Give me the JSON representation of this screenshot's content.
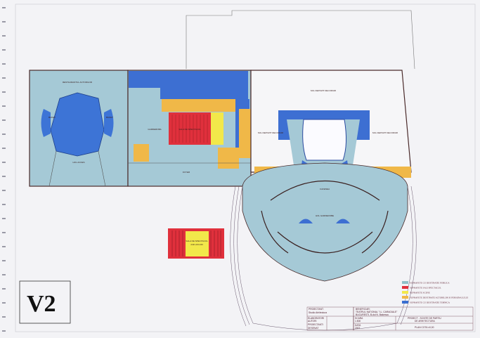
{
  "sheet": {
    "version_mark": "V2",
    "plan_title": "PLAN COTA ±0,00"
  },
  "rooms": {
    "restaurant": "RESTAURANTUL ACTORILOR",
    "bufet_left": "BUFET",
    "bufet_right": "BUFET",
    "hol_acces": "HOL ACCES",
    "garderoba": "GARDEROBA",
    "sala_mica": "SALA DE SPECTACOL",
    "foyer": "FOYER",
    "depozit_top": "SOL DEPOZIT DECORURI",
    "depozit_left": "SOL DEPOZIT DECORURI",
    "depozit_right": "SOL DEPOZIT DECORURI",
    "cafenea": "CAFENEA",
    "hol_garderobe": "HOL GARDEROBE"
  },
  "detail": {
    "title": "SALA DE SPECTACOL",
    "subtitle": "249 LOCURI"
  },
  "legend": [
    {
      "label": "SUPRAFETE CU DESTINATIE PUBLICA",
      "color": "#8fc0c8"
    },
    {
      "label": "SUPRAFETE SALI SPECTACOL",
      "color": "#e0303c"
    },
    {
      "label": "SUPRAFETE SCENE",
      "color": "#f2e84a"
    },
    {
      "label": "SUPRAFETE DESTINATE ACTORILOR SI PERSONALULUI",
      "color": "#f0b848"
    },
    {
      "label": "SUPRAFETE CU DESTINATIE TEHNICA",
      "color": "#3a6fd0"
    }
  ],
  "title_block": {
    "proiectant": "PROIECTANT:",
    "firm": "Studio Arhitectura",
    "elaborator_label": "ELABORATORI",
    "autori_label": "AUTORI",
    "proiectanti_label": "PROIECTANTI",
    "desenat_label": "DESENAT",
    "beneficiar": "BENEFICIAR:",
    "client": "TEATRUL NATIONAL \"I.L. CARAGIALE\"",
    "address": "BUCURESTI, B-dul N. Balcescu",
    "project": "PROIECT - SCHITE DE PARTIU",
    "project2": "DE ARHITECTURA",
    "scale_label": "SCARA",
    "scale": "1:500",
    "date_label": "DATA",
    "date": "2007"
  }
}
